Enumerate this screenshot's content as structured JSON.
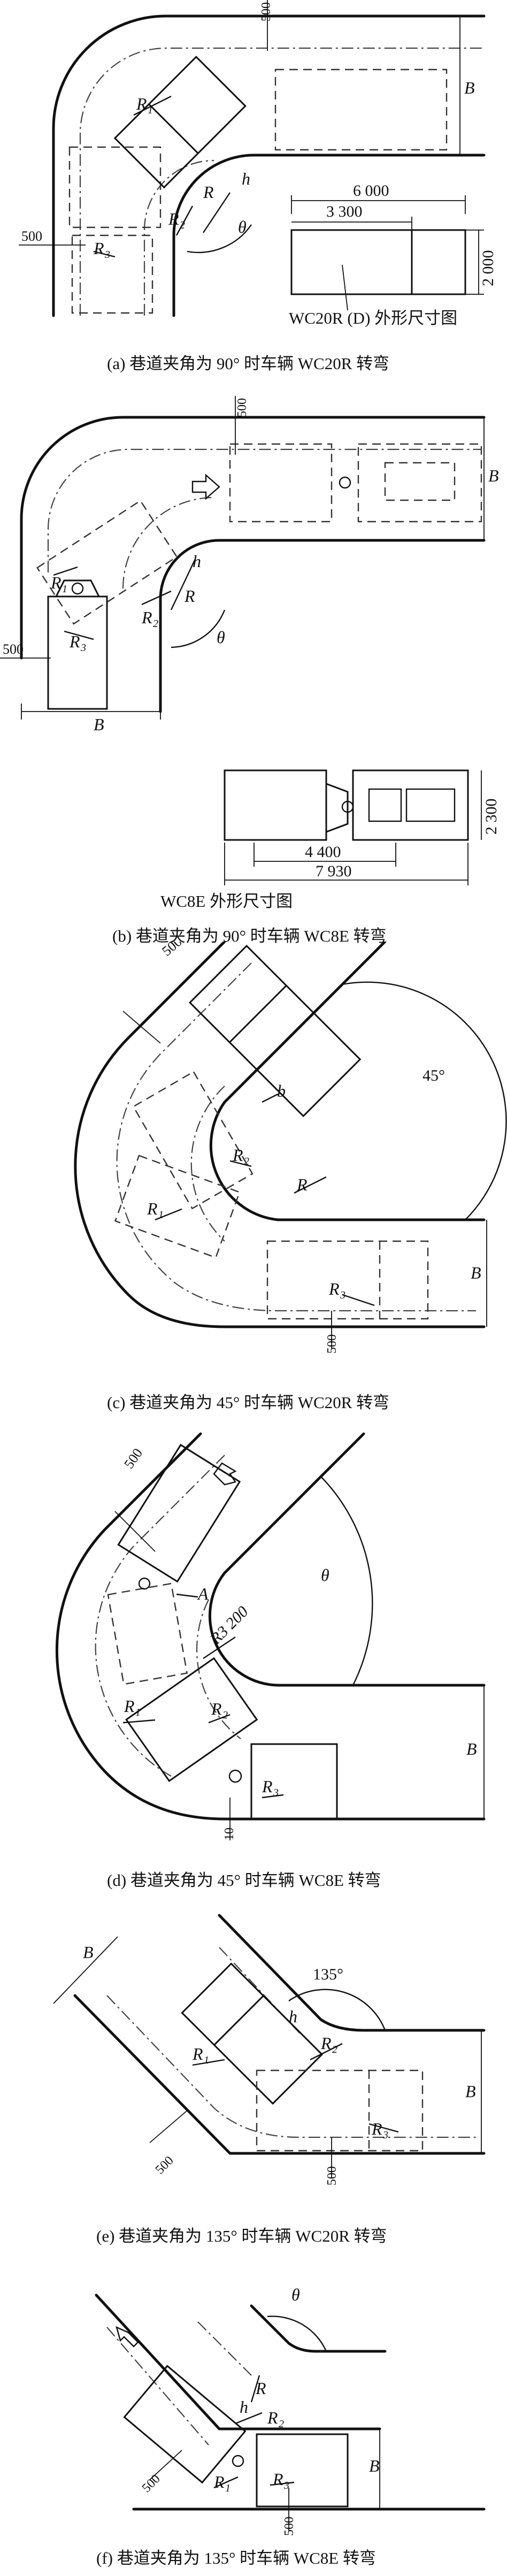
{
  "panel_a": {
    "caption": "(a) 巷道夹角为 90° 时车辆 WC20R 转弯",
    "labels": {
      "dim_500_top": "500",
      "dim_500_left": "500",
      "B": "B",
      "R": "R",
      "R1": "R",
      "R1_sub": "1",
      "R2": "R",
      "R2_sub": "2",
      "R3": "R",
      "R3_sub": "3",
      "h": "h",
      "theta": "θ"
    },
    "inset": {
      "dim_6000": "6 000",
      "dim_3300": "3 300",
      "dim_2000": "2 000",
      "title": "WC20R (D) 外形尺寸图"
    }
  },
  "panel_b": {
    "caption": "(b) 巷道夹角为 90° 时车辆 WC8E 转弯",
    "labels": {
      "dim_500_top": "500",
      "dim_500_left": "500",
      "B_right": "B",
      "B_bottom": "B",
      "R": "R",
      "R1": "R",
      "R1_sub": "1",
      "R2": "R",
      "R2_sub": "2",
      "R3": "R",
      "R3_sub": "3",
      "h": "h",
      "theta": "θ"
    },
    "inset": {
      "dim_2300": "2 300",
      "dim_4400": "4 400",
      "dim_7930": "7 930",
      "title": "WC8E 外形尺寸图"
    }
  },
  "panel_c": {
    "caption": "(c) 巷道夹角为 45° 时车辆 WC20R 转弯",
    "labels": {
      "dim_500_top": "500",
      "dim_500_bottom": "500",
      "angle": "45°",
      "b": "b",
      "B": "B",
      "R": "R",
      "R1": "R",
      "R1_sub": "1",
      "R2": "R",
      "R2_sub": "2",
      "R3": "R",
      "R3_sub": "3"
    }
  },
  "panel_d": {
    "caption": "(d) 巷道夹角为 45° 时车辆 WC8E 转弯",
    "labels": {
      "dim_500_top": "500",
      "dim_10": "10",
      "theta": "θ",
      "A": "A",
      "R3200": "R3 200",
      "B": "B",
      "R1": "R",
      "R1_sub": "1",
      "R2": "R",
      "R2_sub": "2",
      "R3": "R",
      "R3_sub": "3"
    }
  },
  "panel_e": {
    "caption": "(e) 巷道夹角为 135° 时车辆 WC20R 转弯",
    "labels": {
      "angle": "135°",
      "B_left": "B",
      "B_right": "B",
      "dim_500_left": "500",
      "dim_500_bottom": "500",
      "h": "h",
      "R1": "R",
      "R1_sub": "1",
      "R2": "R",
      "R2_sub": "2",
      "R3": "R",
      "R3_sub": "3"
    }
  },
  "panel_f": {
    "caption": "(f) 巷道夹角为 135° 时车辆 WC8E 转弯",
    "labels": {
      "theta": "θ",
      "R": "R",
      "B": "B",
      "h": "h",
      "dim_500_left": "500",
      "dim_500_bottom": "500",
      "R1": "R",
      "R1_sub": "1",
      "R2": "R",
      "R2_sub": "2",
      "R3": "R",
      "R3_sub": "3"
    }
  }
}
